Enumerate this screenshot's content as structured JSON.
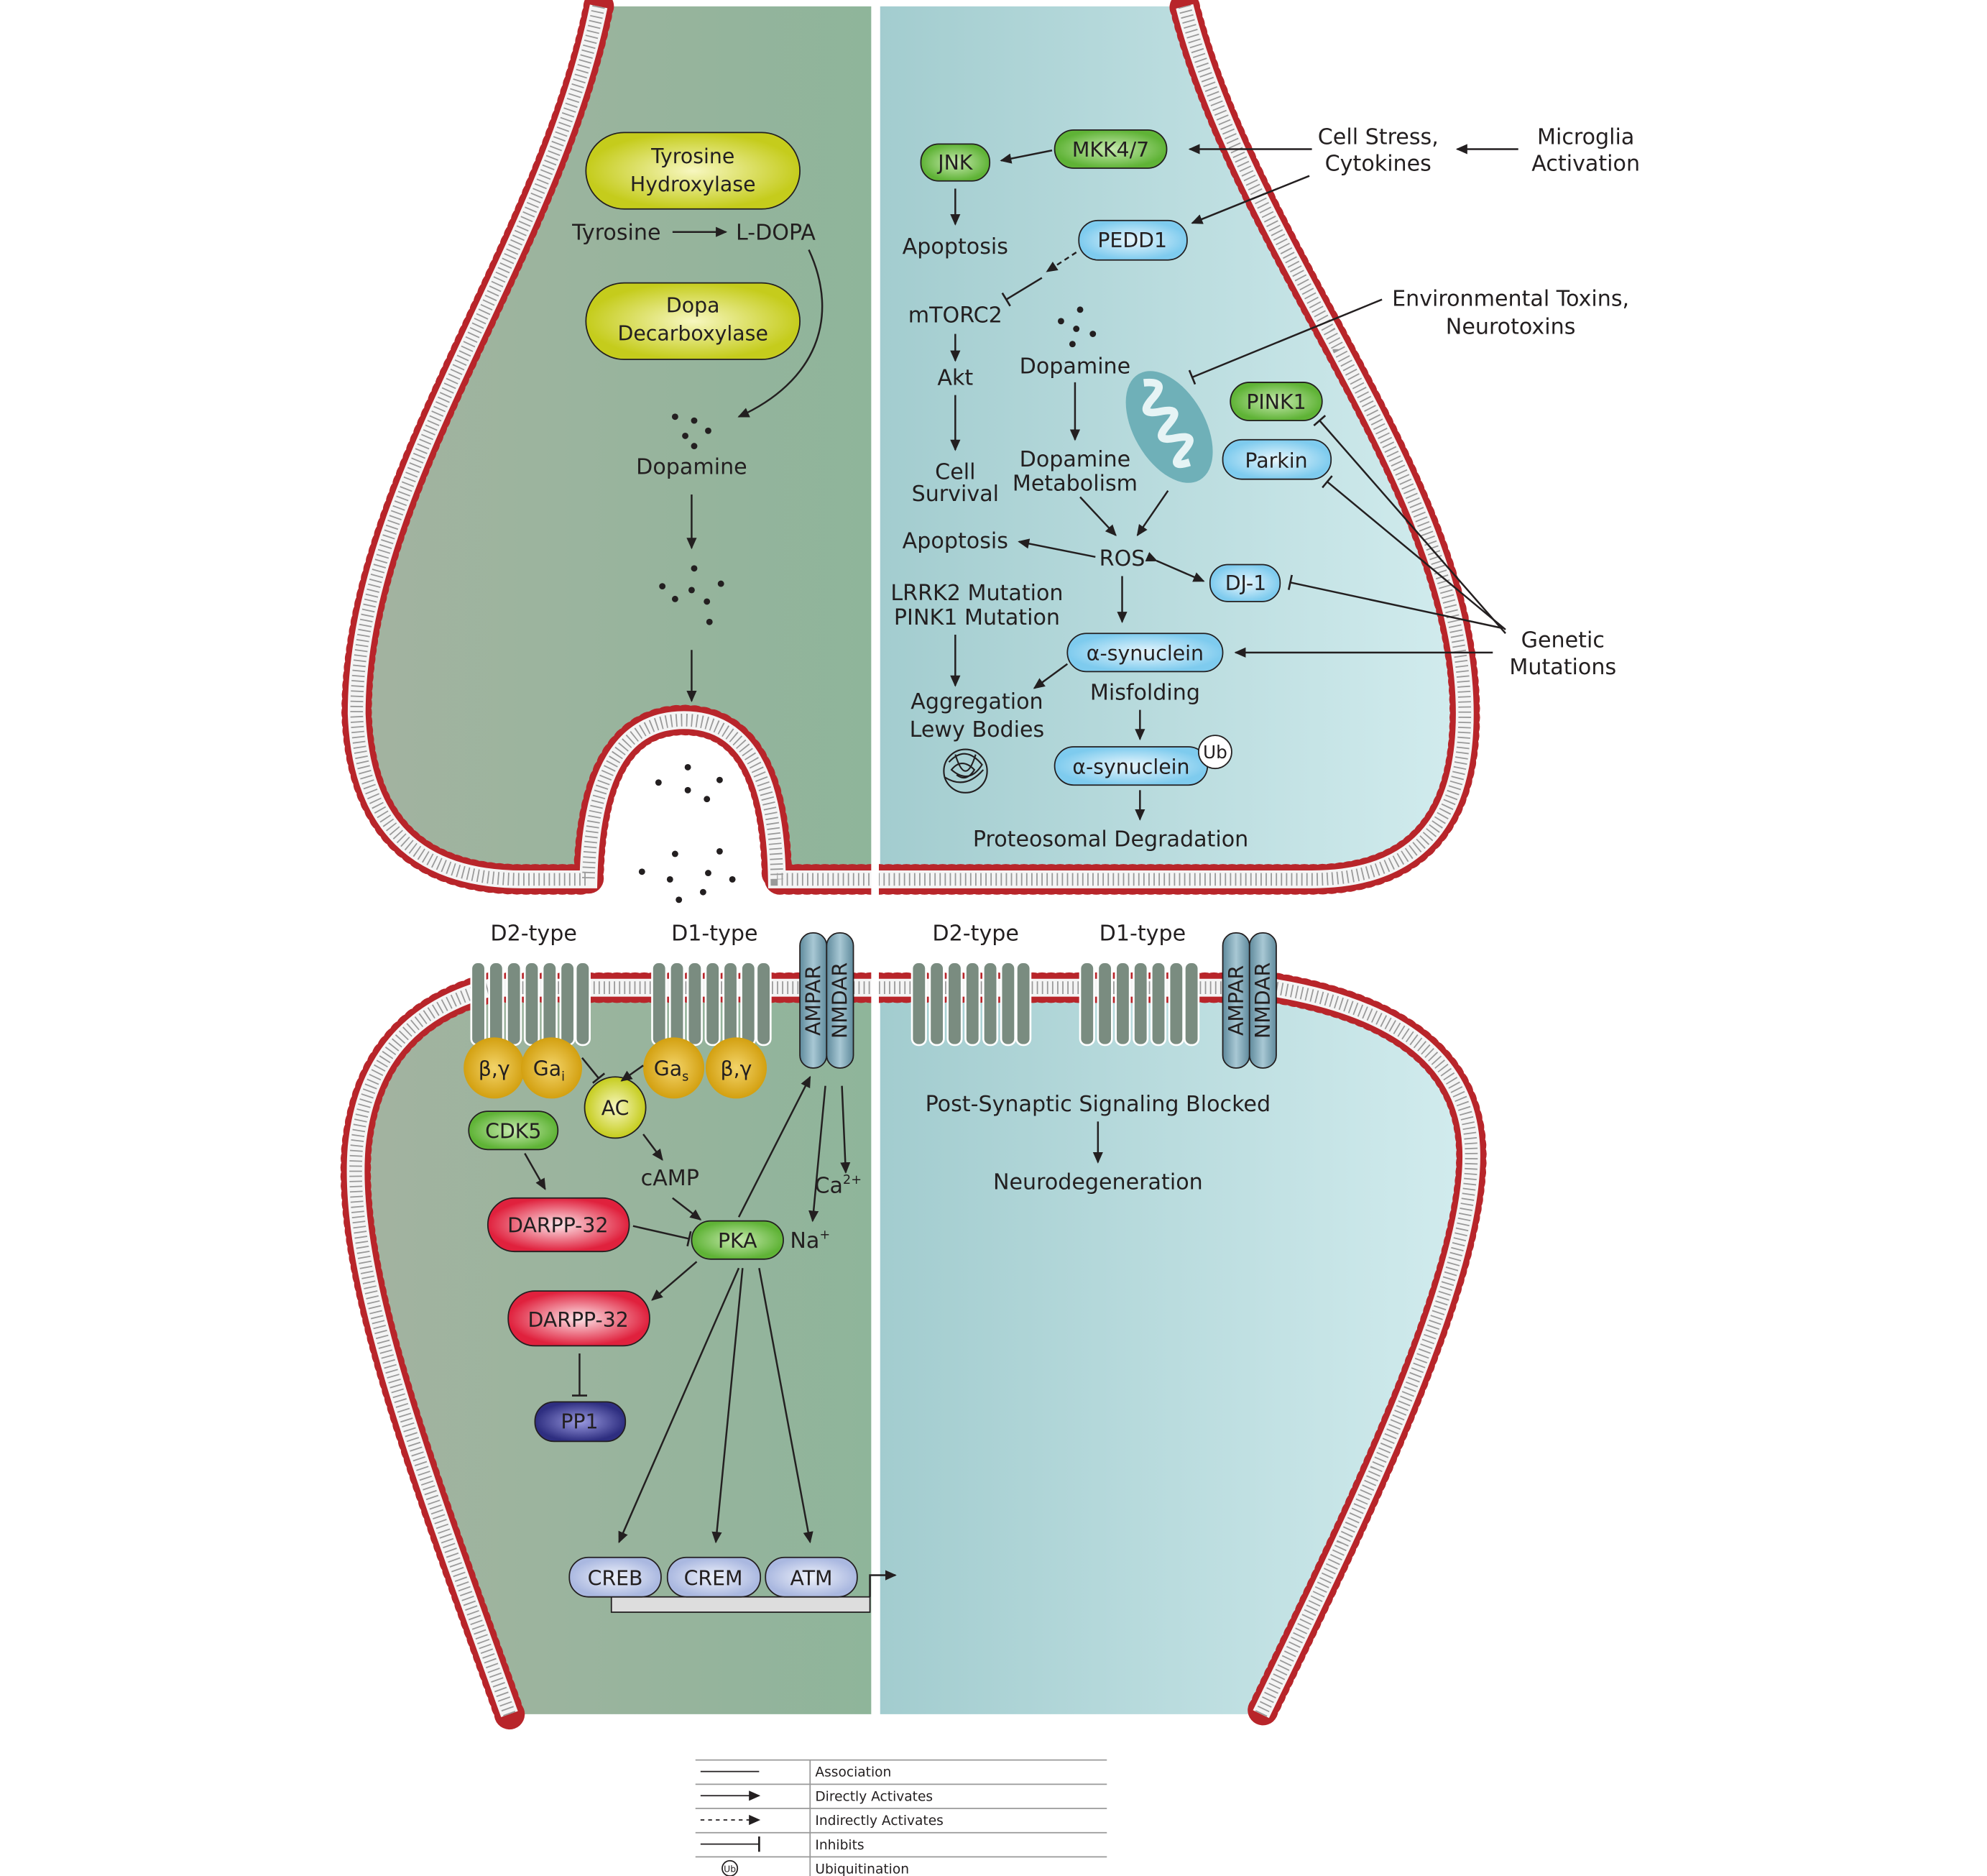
{
  "presynaptic": {
    "tyrosine_hydroxylase": [
      "Tyrosine",
      "Hydroxylase"
    ],
    "tyrosine": "Tyrosine",
    "ldopa": "L-DOPA",
    "dopa_decarboxylase": [
      "Dopa",
      "Decarboxylase"
    ],
    "dopamine_left": "Dopamine",
    "jnk": "JNK",
    "mkk": "MKK4/7",
    "cell_stress": [
      "Cell Stress,",
      "Cytokines"
    ],
    "microglia": [
      "Microglia",
      "Activation"
    ],
    "apoptosis_top": "Apoptosis",
    "pedd1": "PEDD1",
    "mtorc2": "mTORC2",
    "akt": "Akt",
    "cell_survival": [
      "Cell",
      "Survival"
    ],
    "dopamine_right": "Dopamine",
    "dopamine_metabolism": [
      "Dopamine",
      "Metabolism"
    ],
    "env_toxins": [
      "Environmental Toxins,",
      "Neurotoxins"
    ],
    "pink1": "PINK1",
    "parkin": "Parkin",
    "ros": "ROS",
    "apoptosis_mid": "Apoptosis",
    "dj1": "DJ-1",
    "mutations": [
      "LRRK2 Mutation",
      "PINK1 Mutation"
    ],
    "alpha_synuclein": "α-synuclein",
    "misfolding": "Misfolding",
    "aggregation": [
      "Aggregation",
      "Lewy Bodies"
    ],
    "alpha_synuclein_ub": "α-synuclein",
    "ub": "Ub",
    "proteosomal": "Proteosomal Degradation",
    "genetic_mutations": [
      "Genetic",
      "Mutations"
    ]
  },
  "postsynaptic": {
    "d2_type": "D2-type",
    "d1_type": "D1-type",
    "ampar": "AMPAR",
    "nmdar": "NMDAR",
    "beta_gamma": "β,γ",
    "gai": "Ga",
    "gai_sub": "i",
    "gas": "Ga",
    "gas_sub": "s",
    "ac": "AC",
    "cdk5": "CDK5",
    "darpp32": "DARPP-32",
    "camp": "cAMP",
    "pka": "PKA",
    "ca": "Ca",
    "ca_sup": "2+",
    "na": "Na",
    "na_sup": "+",
    "pp1": "PP1",
    "creb": "CREB",
    "crem": "CREM",
    "atm": "ATM",
    "blocked": "Post-Synaptic Signaling Blocked",
    "neurodegeneration": "Neurodegeneration"
  },
  "legend": [
    {
      "label": "Association"
    },
    {
      "label": "Directly Activates"
    },
    {
      "label": "Indirectly Activates"
    },
    {
      "label": "Inhibits"
    },
    {
      "label": "Ubiquitination",
      "symbol": "Ub"
    }
  ],
  "colors": {
    "membrane": "#b8252a",
    "green": "#5fb336",
    "blue": "#8fd0ee",
    "red": "#e0213d",
    "yellow": "#d6a616",
    "purple": "#3a3a8c"
  }
}
